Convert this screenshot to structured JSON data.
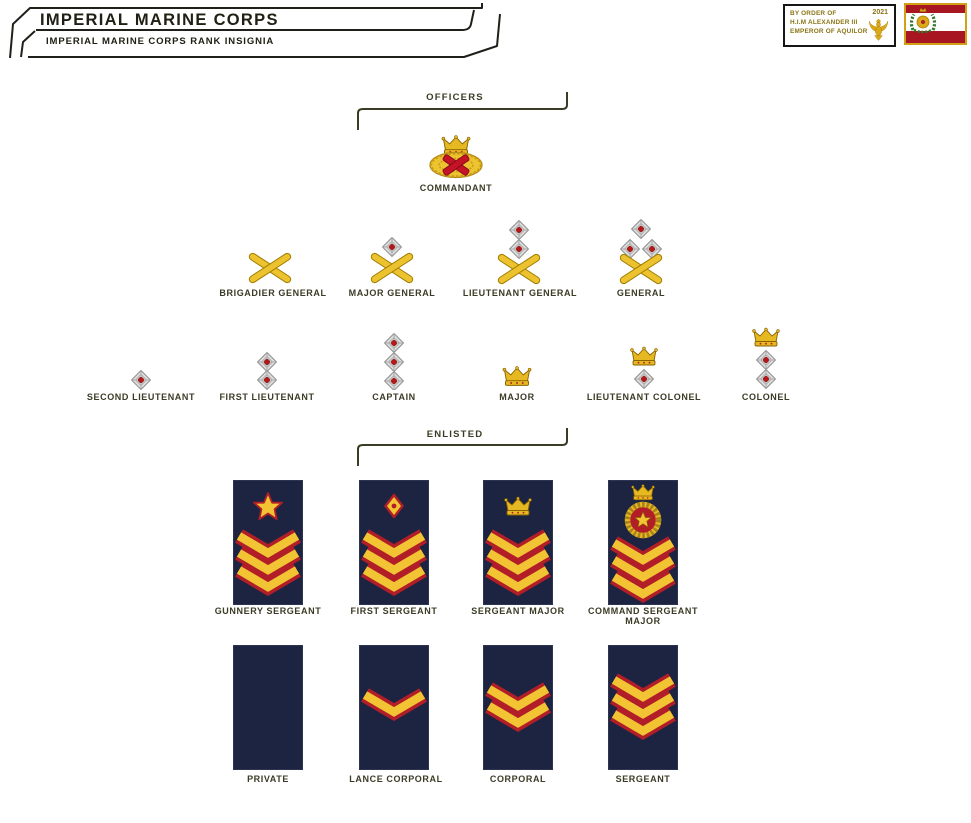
{
  "header": {
    "title": "IMPERIAL MARINE CORPS",
    "subtitle": "IMPERIAL MARINE CORPS RANK INSIGNIA"
  },
  "order_box": {
    "line1": "BY ORDER OF",
    "line2": "H.I.M ALEXANDER III",
    "line3": "EMPEROR OF AQUILOR",
    "year": "2021"
  },
  "sections": {
    "officers": "OFFICERS",
    "enlisted": "ENLISTED"
  },
  "ranks": {
    "commandant": "COMMANDANT",
    "brigadier_general": "BRIGADIER GENERAL",
    "major_general": "MAJOR GENERAL",
    "lieutenant_general": "LIEUTENANT GENERAL",
    "general": "GENERAL",
    "second_lieutenant": "SECOND LIEUTENANT",
    "first_lieutenant": "FIRST LIEUTENANT",
    "captain": "CAPTAIN",
    "major": "MAJOR",
    "lieutenant_colonel": "LIEUTENANT COLONEL",
    "colonel": "COLONEL",
    "gunnery_sergeant": "GUNNERY SERGEANT",
    "first_sergeant": "FIRST SERGEANT",
    "sergeant_major": "SERGEANT MAJOR",
    "command_sergeant_major": "COMMAND SERGEANT MAJOR",
    "private": "PRIVATE",
    "lance_corporal": "LANCE CORPORAL",
    "corporal": "CORPORAL",
    "sergeant": "SERGEANT"
  },
  "colors": {
    "navy_patch": "#1c2442",
    "chevron_gold": "#f2c434",
    "chevron_red": "#b21e28",
    "crown_gold": "#e6b822",
    "pip_silver": "#dedede",
    "flag_red": "#a81622",
    "flag_border_gold": "#d2a11a",
    "laurel_green": "#2f7a2a",
    "ink": "#202014"
  }
}
